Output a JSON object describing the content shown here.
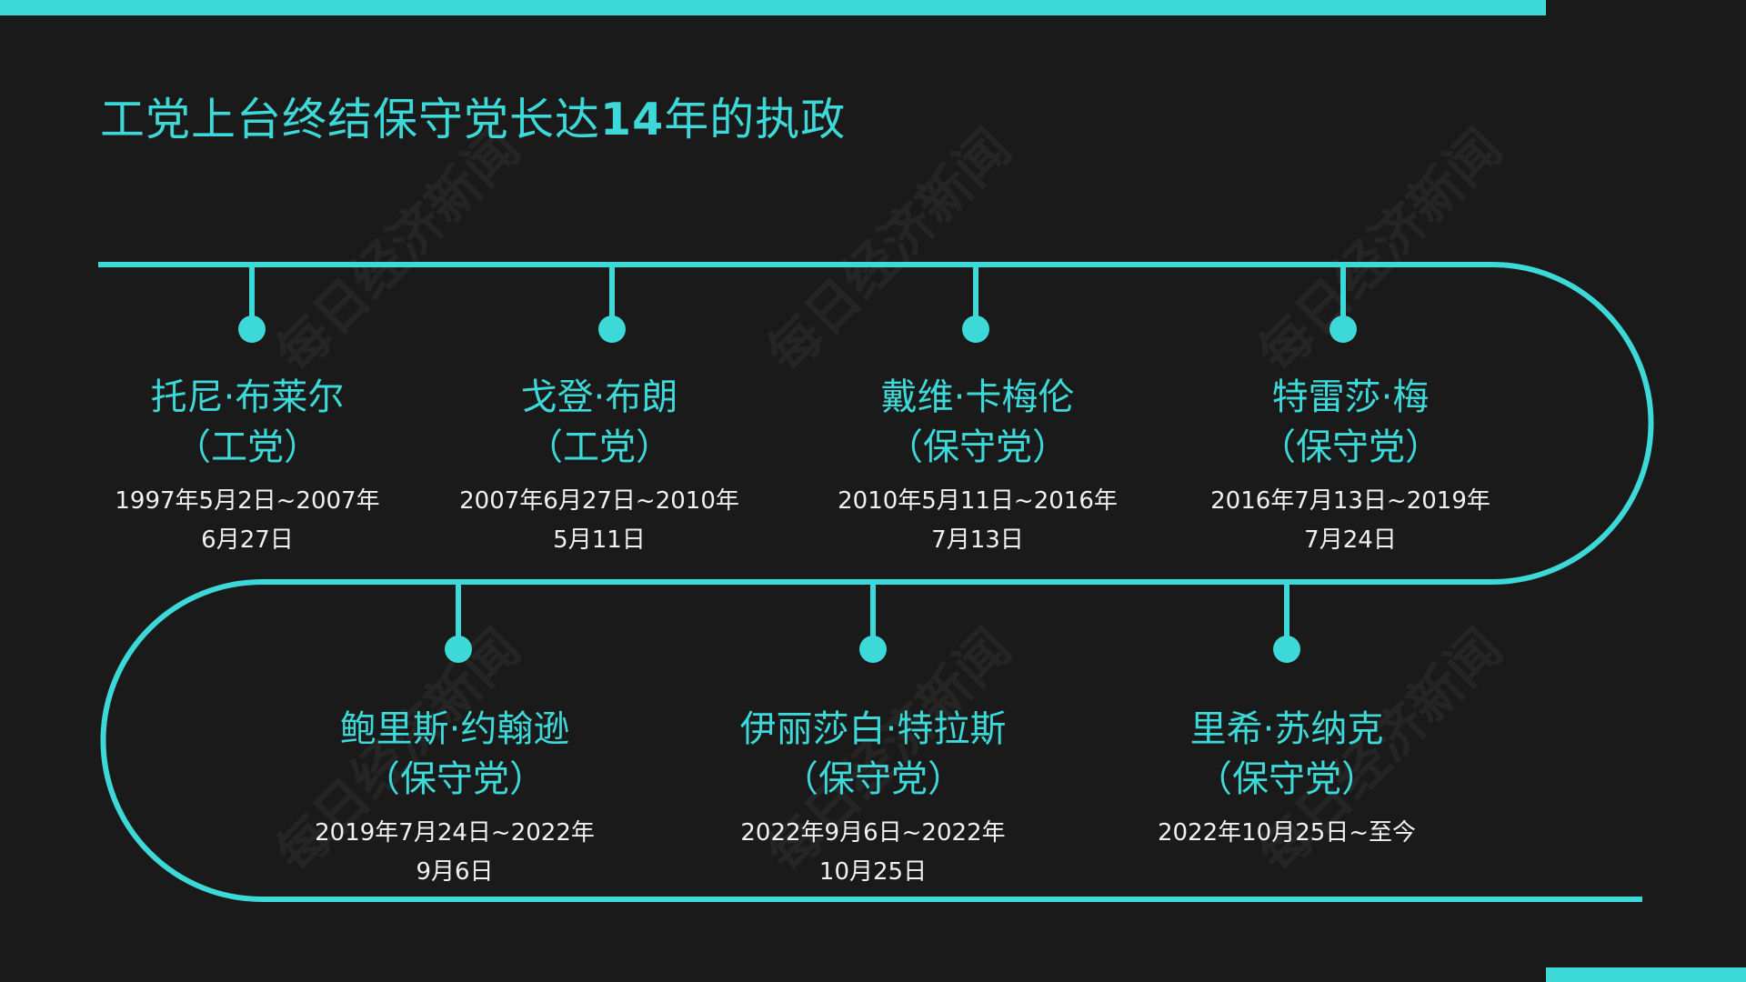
{
  "title": {
    "prefix": "工党上台终结保守党长达",
    "number": "14",
    "suffix": "年的执政"
  },
  "watermark": "每日经济新闻",
  "colors": {
    "accent": "#3dd8d8",
    "background": "#1a1a1a",
    "date_text": "#f2f2f2"
  },
  "timeline": [
    {
      "name": "托尼·布莱尔",
      "party": "（工党）",
      "dates_line1": "1997年5月2日~2007年",
      "dates_line2": "6月27日"
    },
    {
      "name": "戈登·布朗",
      "party": "（工党）",
      "dates_line1": "2007年6月27日~2010年",
      "dates_line2": "5月11日"
    },
    {
      "name": "戴维·卡梅伦",
      "party": "（保守党）",
      "dates_line1": "2010年5月11日~2016年",
      "dates_line2": "7月13日"
    },
    {
      "name": "特雷莎·梅",
      "party": "（保守党）",
      "dates_line1": "2016年7月13日~2019年",
      "dates_line2": "7月24日"
    },
    {
      "name": "鲍里斯·约翰逊",
      "party": "（保守党）",
      "dates_line1": "2019年7月24日~2022年",
      "dates_line2": "9月6日"
    },
    {
      "name": "伊丽莎白·特拉斯",
      "party": "（保守党）",
      "dates_line1": "2022年9月6日~2022年",
      "dates_line2": "10月25日"
    },
    {
      "name": "里希·苏纳克",
      "party": "（保守党）",
      "dates_line1": "2022年10月25日~至今",
      "dates_line2": ""
    }
  ]
}
